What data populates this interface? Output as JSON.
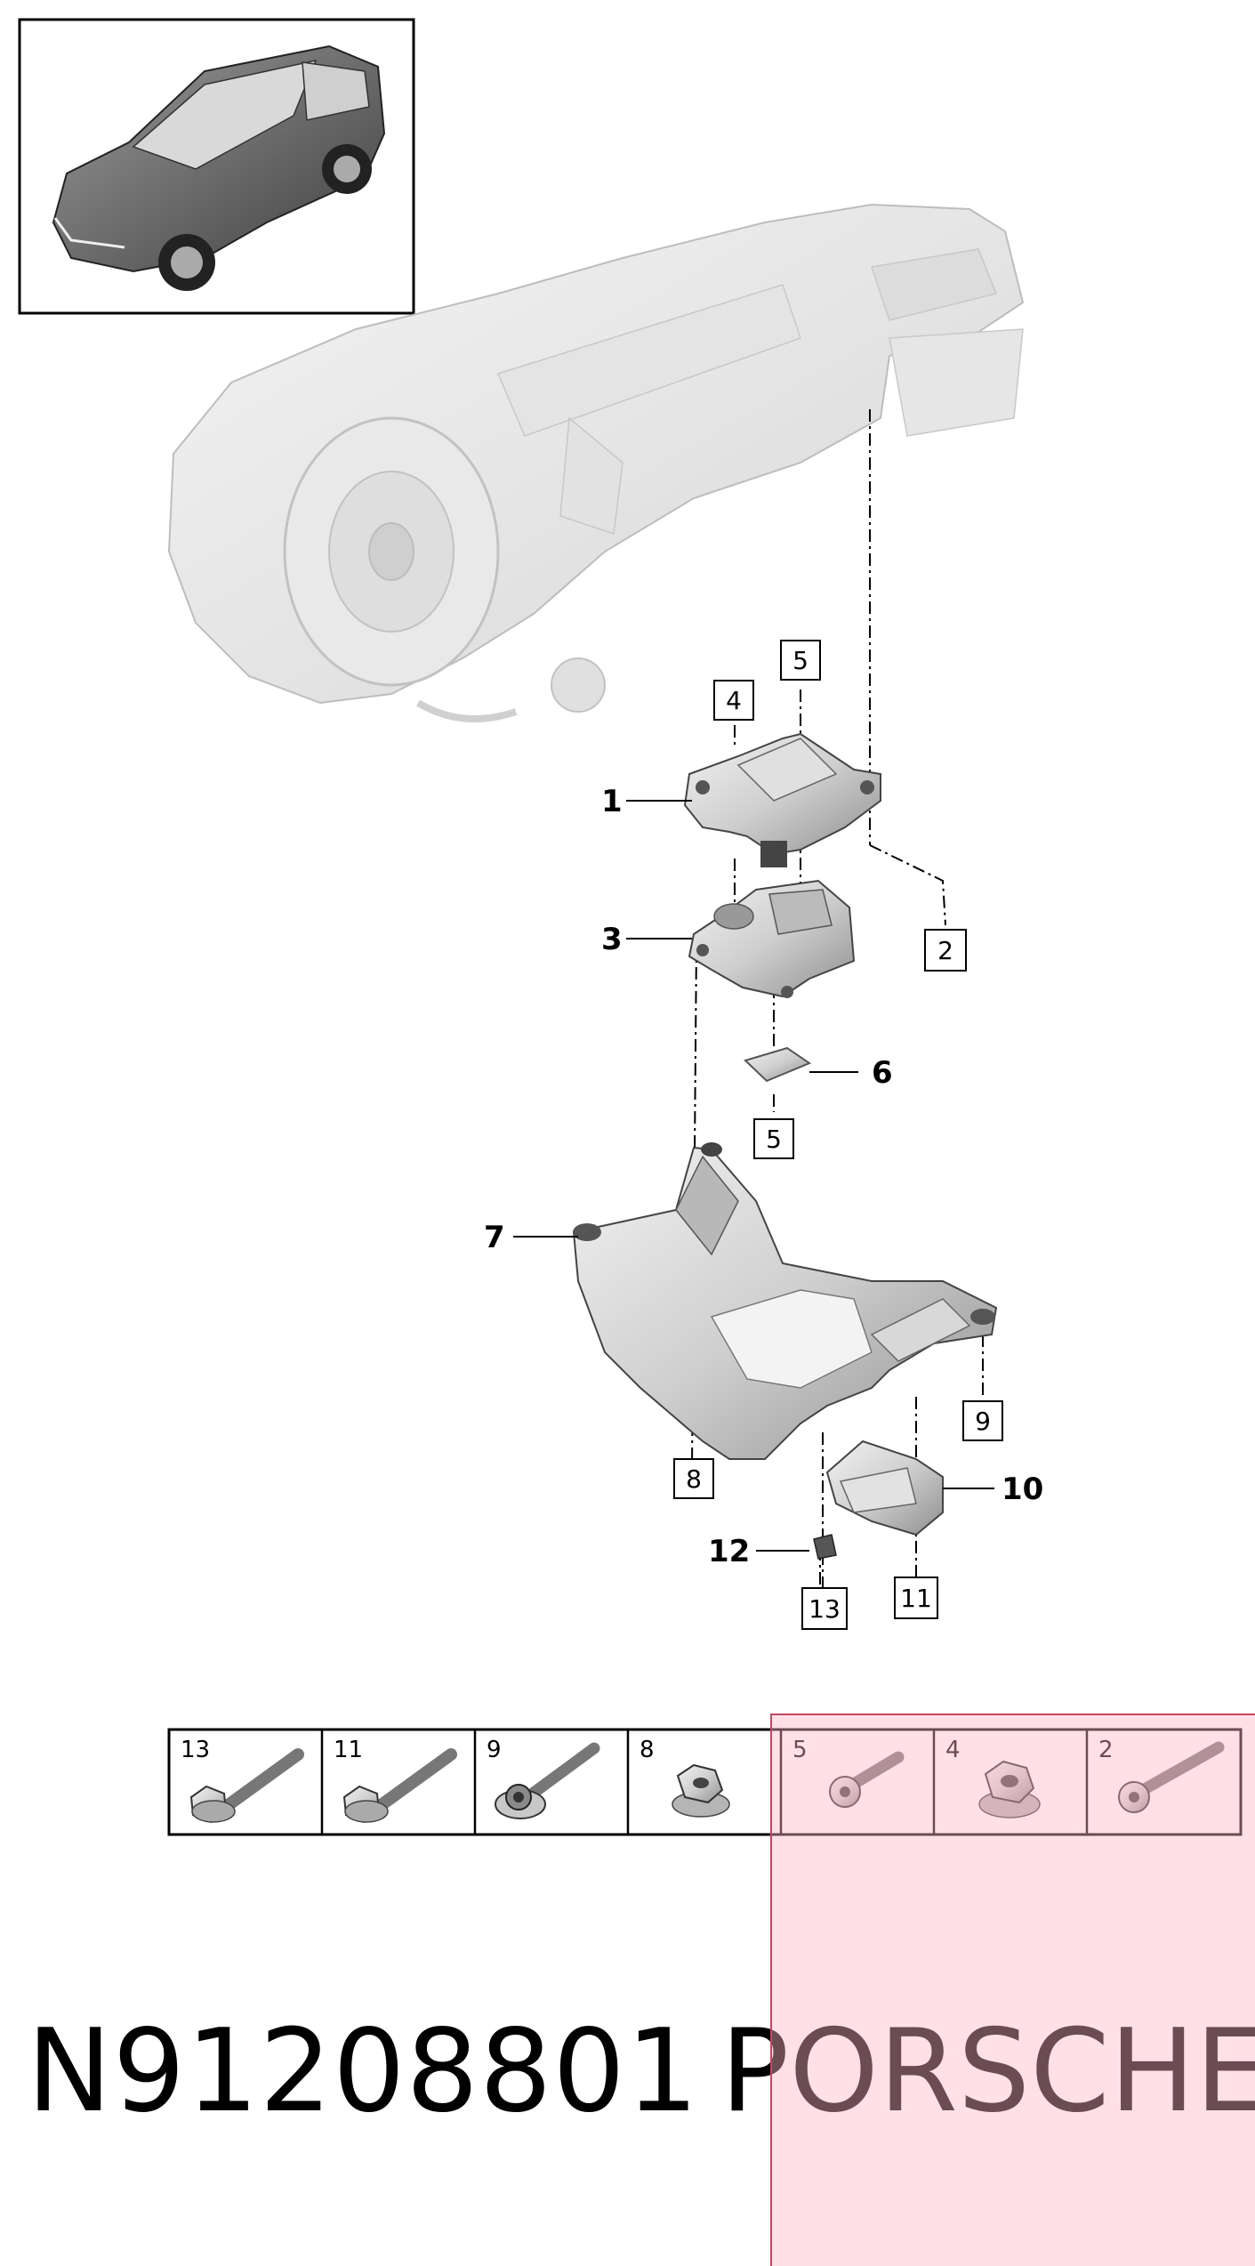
{
  "callouts": {
    "c1": "1",
    "c2": "2",
    "c3": "3",
    "c4": "4",
    "c5a": "5",
    "c5b": "5",
    "c6": "6",
    "c7": "7",
    "c8": "8",
    "c9": "9",
    "c10": "10",
    "c11": "11",
    "c12": "12",
    "c13": "13"
  },
  "fastener_strip": [
    {
      "label": "13",
      "icon": "hex-flange-bolt-long"
    },
    {
      "label": "11",
      "icon": "hex-flange-bolt-long"
    },
    {
      "label": "9",
      "icon": "torx-bolt-with-washer"
    },
    {
      "label": "8",
      "icon": "hex-flange-nut"
    },
    {
      "label": "5",
      "icon": "torx-bolt-short"
    },
    {
      "label": "4",
      "icon": "hex-flange-nut"
    },
    {
      "label": "2",
      "icon": "torx-bolt-long"
    }
  ],
  "footer": {
    "part_number": "N91208801",
    "brand": "PORSCHE"
  },
  "colors": {
    "overlay": "#ffb6c6",
    "overlay_border": "#c14a5c",
    "ghost_part": "#e6e6e6",
    "metal_part": "#cfcfcf"
  }
}
